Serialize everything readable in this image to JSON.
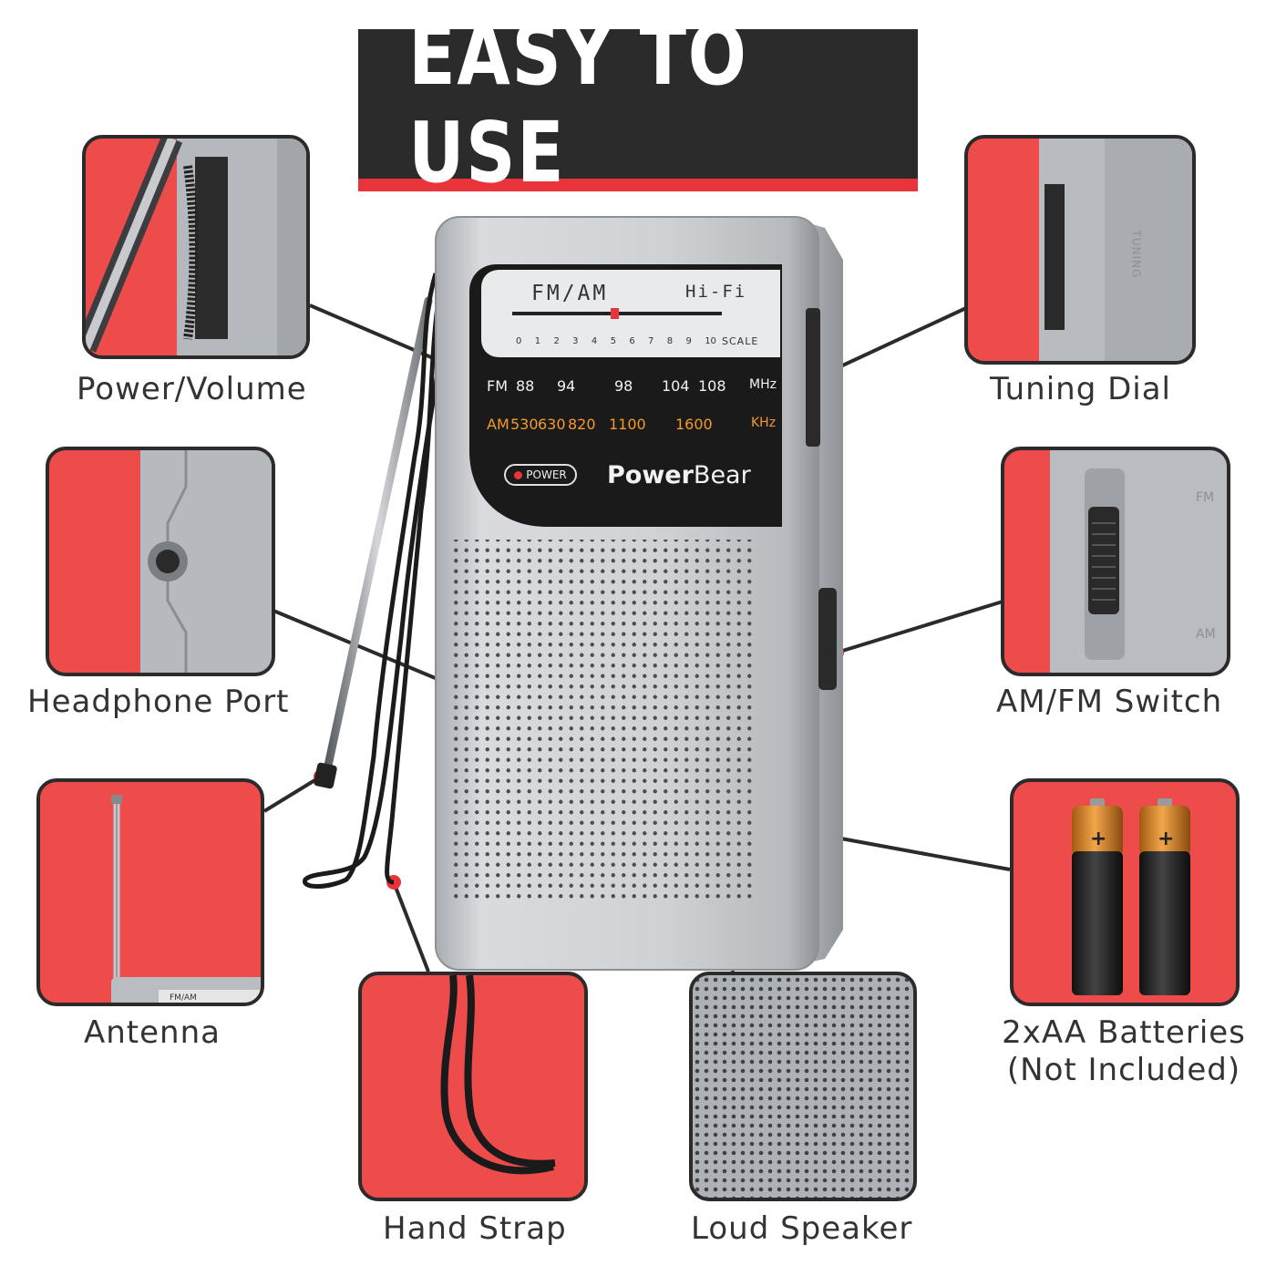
{
  "header": {
    "title": "EASY TO USE"
  },
  "radio": {
    "band_label": "FM/AM",
    "hifi_label": "Hi-Fi",
    "scale_label": "SCALE",
    "scale_ticks": [
      "0",
      "1",
      "2",
      "3",
      "4",
      "5",
      "6",
      "7",
      "8",
      "9",
      "10"
    ],
    "fm_row": {
      "band": "FM",
      "values": [
        "88",
        "94",
        "98",
        "104",
        "108"
      ],
      "unit": "MHz"
    },
    "am_row": {
      "band": "AM",
      "values": [
        "530",
        "630",
        "820",
        "1100",
        "1600"
      ],
      "unit": "KHz"
    },
    "power_label": "POWER",
    "brand_bold": "Power",
    "brand_light": "Bear"
  },
  "features": {
    "power_volume": "Power/Volume",
    "tuning_dial": "Tuning Dial",
    "headphone_port": "Headphone Port",
    "am_fm_switch": "AM/FM Switch",
    "antenna": "Antenna",
    "batteries_line1": "2xAA Batteries",
    "batteries_line2": "(Not Included)",
    "hand_strap": "Hand Strap",
    "loud_speaker": "Loud Speaker"
  },
  "insets": {
    "tuning_text": "TUNING",
    "switch_fm": "FM",
    "switch_am": "AM",
    "antenna_fm_am": "FM/AM",
    "battery_plus": "+"
  },
  "colors": {
    "accent": "#e8343a",
    "dark": "#2b2b2b",
    "panel_red": "#ee4b4b",
    "silver": "#c9ccd0"
  }
}
